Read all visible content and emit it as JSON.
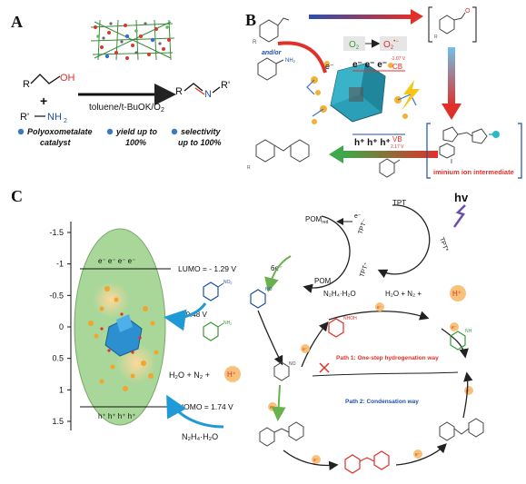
{
  "panelA": {
    "letter": "A",
    "oh": "OH",
    "r1": "R",
    "plus": "+",
    "amine_r": "R'",
    "amine_nh2": "NH",
    "amine_sub": "2",
    "conditions": "toluene/t-BuOK/O",
    "conditions_sub": "2",
    "prod_r": "R",
    "prod_n": "N",
    "prod_r2": "R'",
    "bullets": [
      {
        "line1": "Polyoxometalate",
        "line2": "catalyst"
      },
      {
        "line1": "yield up to",
        "line2": "100%"
      },
      {
        "line1": "selectivity",
        "line2": "up to 100%"
      }
    ]
  },
  "panelB": {
    "letter": "B",
    "andor": "and/or",
    "nh2": "NH",
    "nh2_sub": "2",
    "o2": "O",
    "o2_sub": "2",
    "o2rad": "O",
    "o2rad_sub": "2",
    "o2rad_sup": "•−",
    "electrons": "e⁻  e⁻  e⁻",
    "e_single": "e⁻",
    "cb_voltage": "-1.07 V",
    "cb": "CB",
    "holes": "h⁺  h⁺  h⁺",
    "vb": "VB",
    "vb_voltage": "2.17 V",
    "aldehyde_o": "O",
    "r_label": "R",
    "bracket_label": "iminium ion intermediate",
    "roman": "I"
  },
  "panelC": {
    "letter": "C",
    "axis_ticks": [
      "-1.5",
      "-1",
      "-0.5",
      "0",
      "0.5",
      "1",
      "1.5"
    ],
    "top_electrons": "e⁻  e⁻  e⁻  e⁻",
    "bottom_holes": "h⁺  h⁺  h⁺  h⁺",
    "lumo": "LUMO = - 1.29 V",
    "homo": "HOMO = 1.74 V",
    "reduction": "−0.48 V",
    "no2": "NO",
    "no2_sub": "2",
    "nh2": "NH",
    "nh2_sub": "2",
    "products": "H₂O + N₂ +",
    "hplus": "H⁺",
    "hydrazine": "N₂H₄·H₂O",
    "hv": "hv",
    "tpt": "TPT",
    "pom_red": "POM",
    "pom_red_sub": "red",
    "pom": "POM",
    "six_e": "6e⁻",
    "e_minus": "e⁻",
    "tpt_plus": "TPT⁺",
    "tpt_star": "TPT*",
    "tpt_minus": "TPT⁻",
    "hydrazine2": "N₂H₄·H₂O",
    "products2": "H₂O + N₂ +",
    "hplus2": "H⁺",
    "path1": "Path 1: One-step hydrogenation way",
    "path2": "Path 2: Condensation way",
    "e_mark": "e⁻",
    "nhoh": "NHOH",
    "no": "NO"
  },
  "colors": {
    "red": "#e0302a",
    "blue": "#1f4fa3",
    "green": "#4d9a3a",
    "ellipse": "#a9d79a",
    "orange_halo": "#f8c27a",
    "teal": "#2b9fb8"
  }
}
